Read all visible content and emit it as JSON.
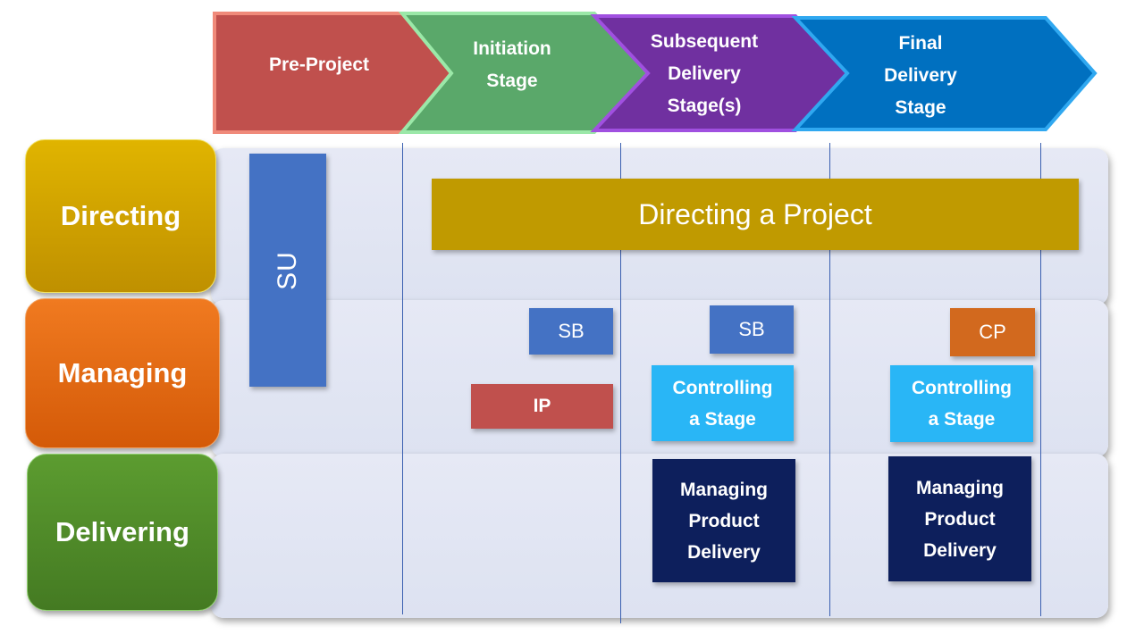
{
  "stages": [
    {
      "lines": [
        "Pre-Project"
      ],
      "color": "#c0504d",
      "border": "#f08a7a"
    },
    {
      "lines": [
        "Initiation",
        "Stage"
      ],
      "color": "#5aa86a",
      "border": "#9be8a8"
    },
    {
      "lines": [
        "Subsequent",
        "Delivery",
        "Stage(s)"
      ],
      "color": "#7030a0",
      "border": "#a050e0"
    },
    {
      "lines": [
        "Final",
        "Delivery",
        "Stage"
      ],
      "color": "#0070c0",
      "border": "#30a8f0"
    }
  ],
  "rows": {
    "directing": {
      "label": "Directing",
      "color": "#c89a00"
    },
    "managing": {
      "label": "Managing",
      "color": "#e06a10"
    },
    "delivering": {
      "label": "Delivering",
      "color": "#4e8a2a"
    }
  },
  "processes": {
    "su": "SU",
    "directing_project": "Directing a Project",
    "sb_initiation": "SB",
    "sb_subsequent": "SB",
    "cp": "CP",
    "ip": "IP",
    "cs_subsequent": [
      "Controlling",
      "a Stage"
    ],
    "cs_final": [
      "Controlling",
      "a Stage"
    ],
    "mpd_subsequent": [
      "Managing",
      "Product",
      "Delivery"
    ],
    "mpd_final": [
      "Managing",
      "Product",
      "Delivery"
    ]
  },
  "colors": {
    "su": "#4472c4",
    "directing_project": "#c09a00",
    "sb": "#4472c4",
    "cp": "#d2691e",
    "ip": "#c0504d",
    "controlling": "#29b6f6",
    "managing_product": "#0d1f5c"
  }
}
